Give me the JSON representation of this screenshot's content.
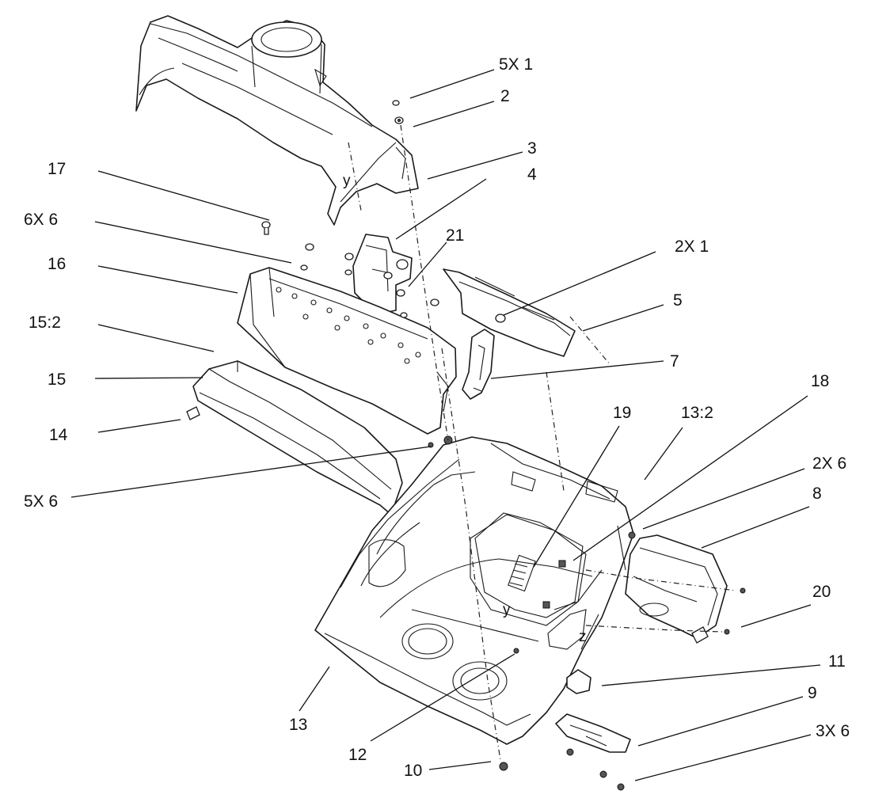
{
  "diagram": {
    "callouts": [
      {
        "id": "c-5x1",
        "text": "5X 1"
      },
      {
        "id": "c-2",
        "text": "2"
      },
      {
        "id": "c-3",
        "text": "3"
      },
      {
        "id": "c-4",
        "text": "4"
      },
      {
        "id": "c-17",
        "text": "17"
      },
      {
        "id": "c-21",
        "text": "21"
      },
      {
        "id": "c-6x6",
        "text": "6X 6"
      },
      {
        "id": "c-2x1",
        "text": "2X 1"
      },
      {
        "id": "c-16",
        "text": "16"
      },
      {
        "id": "c-5",
        "text": "5"
      },
      {
        "id": "c-15-2",
        "text": "15:2"
      },
      {
        "id": "c-7",
        "text": "7"
      },
      {
        "id": "c-15",
        "text": "15"
      },
      {
        "id": "c-18",
        "text": "18"
      },
      {
        "id": "c-14",
        "text": "14"
      },
      {
        "id": "c-19",
        "text": "19"
      },
      {
        "id": "c-13-2",
        "text": "13:2"
      },
      {
        "id": "c-2x6",
        "text": "2X 6"
      },
      {
        "id": "c-5x6",
        "text": "5X 6"
      },
      {
        "id": "c-8",
        "text": "8"
      },
      {
        "id": "c-20",
        "text": "20"
      },
      {
        "id": "c-11",
        "text": "11"
      },
      {
        "id": "c-13",
        "text": "13"
      },
      {
        "id": "c-9",
        "text": "9"
      },
      {
        "id": "c-3x6",
        "text": "3X 6"
      },
      {
        "id": "c-12",
        "text": "12"
      },
      {
        "id": "c-10",
        "text": "10"
      }
    ],
    "axis_letters": [
      "y",
      "y",
      "z"
    ]
  }
}
